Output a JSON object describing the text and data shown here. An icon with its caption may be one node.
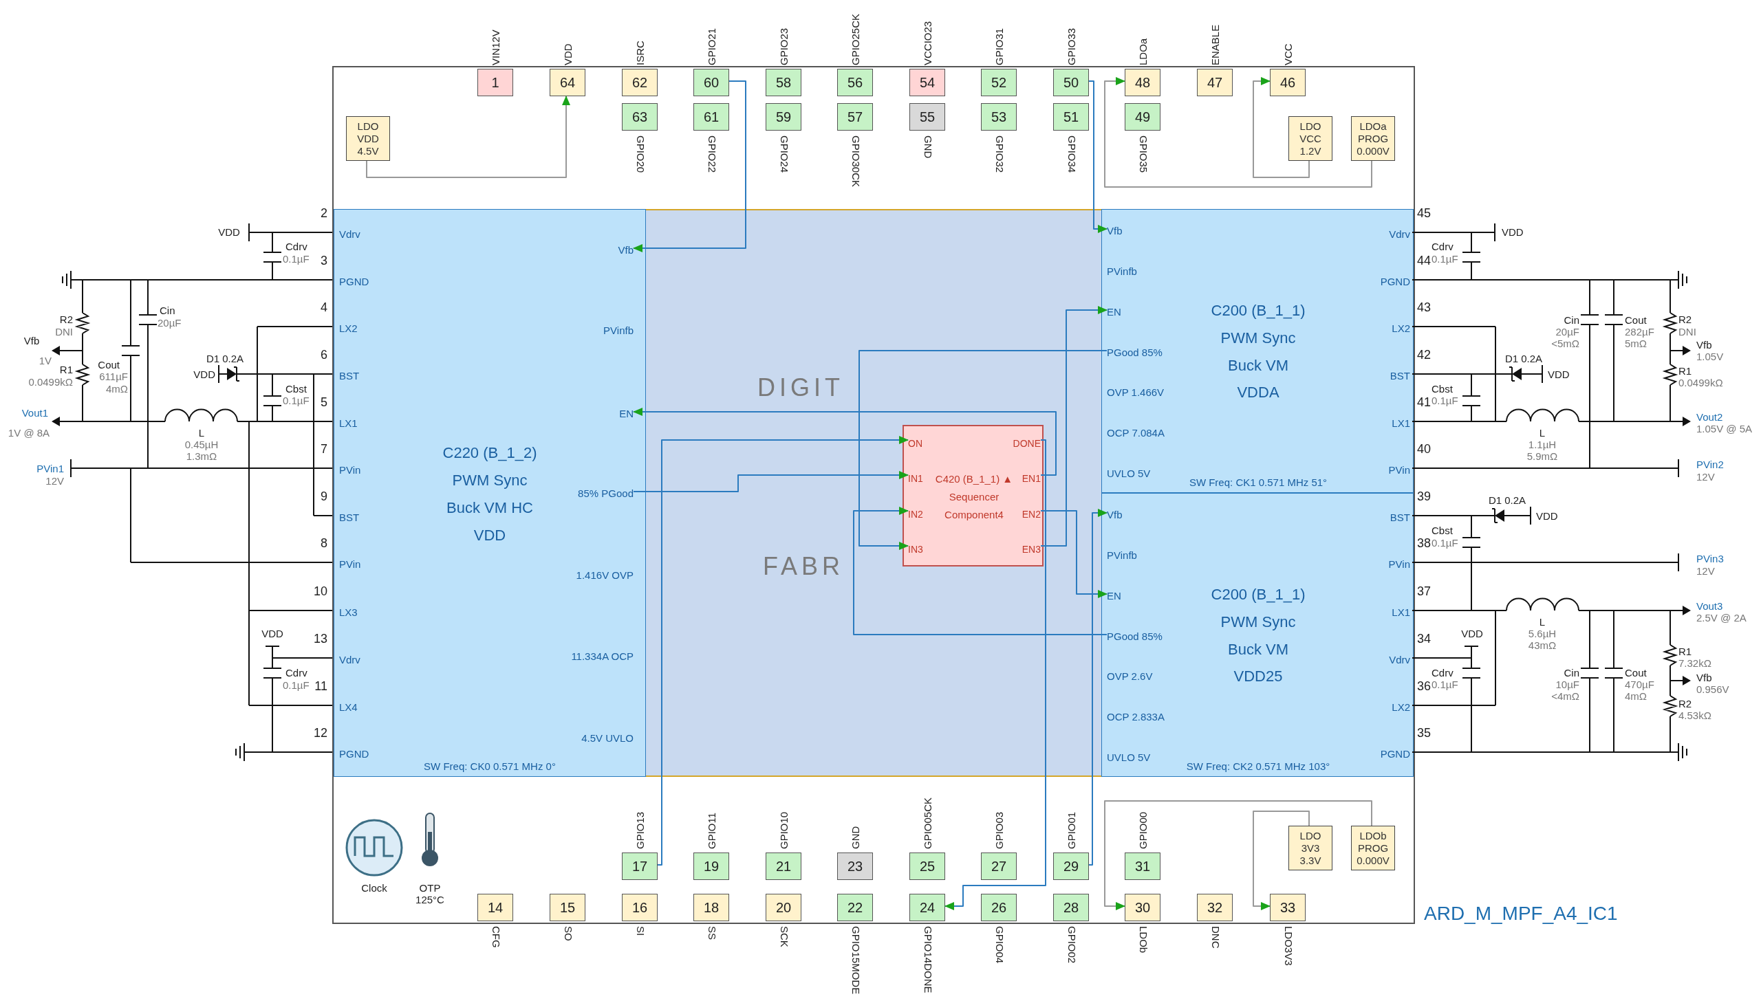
{
  "diagram": {
    "nodes": [
      {
        "text": [
          "ARD_M_MPF_A4_IC1"
        ]
      },
      {
        "text": [
          "1"
        ],
        "in": 0,
        "beside": [
          "VIN12V"
        ]
      },
      {
        "text": [
          "64"
        ],
        "in": 0,
        "beside": [
          "VDD"
        ]
      },
      {
        "text": [
          "62"
        ],
        "in": 0,
        "beside": [
          "ISRC"
        ]
      },
      {
        "text": [
          "63"
        ],
        "in": 0,
        "beside": [
          "GPIO20"
        ]
      },
      {
        "text": [
          "60"
        ],
        "in": 0,
        "beside": [
          "GPIO21"
        ]
      },
      {
        "text": [
          "61"
        ],
        "in": 0,
        "beside": [
          "GPIO22"
        ]
      },
      {
        "text": [
          "58"
        ],
        "in": 0,
        "beside": [
          "GPIO23"
        ]
      },
      {
        "text": [
          "59"
        ],
        "in": 0,
        "beside": [
          "GPIO24"
        ]
      },
      {
        "text": [
          "56"
        ],
        "in": 0,
        "beside": [
          "GPIO25CK"
        ]
      },
      {
        "text": [
          "57"
        ],
        "in": 0,
        "beside": [
          "GPIO30CK"
        ]
      },
      {
        "text": [
          "54"
        ],
        "in": 0,
        "beside": [
          "VCCIO23"
        ]
      },
      {
        "text": [
          "55"
        ],
        "in": 0,
        "beside": [
          "GND"
        ]
      },
      {
        "text": [
          "52"
        ],
        "in": 0,
        "beside": [
          "GPIO31"
        ]
      },
      {
        "text": [
          "53"
        ],
        "in": 0,
        "beside": [
          "GPIO32"
        ]
      },
      {
        "text": [
          "50"
        ],
        "in": 0,
        "beside": [
          "GPIO33"
        ]
      },
      {
        "text": [
          "51"
        ],
        "in": 0,
        "beside": [
          "GPIO34"
        ]
      },
      {
        "text": [
          "48"
        ],
        "in": 0,
        "beside": [
          "LDOa"
        ]
      },
      {
        "text": [
          "49"
        ],
        "in": 0,
        "beside": [
          "GPIO35"
        ]
      },
      {
        "text": [
          "47"
        ],
        "in": 0,
        "beside": [
          "ENABLE"
        ]
      },
      {
        "text": [
          "46"
        ],
        "in": 0,
        "beside": [
          "VCC"
        ]
      },
      {
        "text": [
          "LDO VDD 4.5V"
        ],
        "in": 0
      },
      {
        "text": [
          "LDO VCC 1.2V"
        ],
        "in": 0
      },
      {
        "text": [
          "LDOa PROG 0.000V"
        ],
        "in": 0
      },
      {
        "text": [
          "Vdrv",
          "PGND",
          "LX2",
          "BST",
          "LX1",
          "PVin",
          "BST",
          "PVin",
          "LX3",
          "Vdrv",
          "LX4",
          "PGND",
          "PVinfb",
          "1.416V OVP",
          "11.334A OCP",
          "4.5V UVLO",
          "C220 (B_1_2)",
          "PWM Sync",
          "Buck VM HC",
          "VDD",
          "SW Freq: CK0 0.571 MHz 0°"
        ],
        "in": 0
      },
      {
        "text": [
          "Vfb"
        ],
        "in": 24
      },
      {
        "text": [
          "EN"
        ],
        "in": 24
      },
      {
        "text": [
          "85% PGood"
        ],
        "in": 24
      },
      {
        "text": [
          "DIGIT",
          "FABR"
        ],
        "in": 0
      },
      {
        "text": [
          "C420 (B_1_1) ▲",
          "Sequencer",
          "Component4"
        ],
        "in": 28
      },
      {
        "text": [
          "ON"
        ],
        "in": 29
      },
      {
        "text": [
          "IN1"
        ],
        "in": 29
      },
      {
        "text": [
          "IN2"
        ],
        "in": 29
      },
      {
        "text": [
          "IN3"
        ],
        "in": 29
      },
      {
        "text": [
          "DONE"
        ],
        "in": 29
      },
      {
        "text": [
          "EN1"
        ],
        "in": 29
      },
      {
        "text": [
          "EN2"
        ],
        "in": 29
      },
      {
        "text": [
          "EN3"
        ],
        "in": 29
      },
      {
        "text": [
          "C200 (B_1_1)",
          "PWM Sync",
          "Buck VM",
          "VDDA",
          "PVinfb",
          "OVP 1.466V",
          "OCP 7.084A",
          "UVLO 5V",
          "Vdrv",
          "PGND",
          "LX2",
          "BST",
          "LX1",
          "PVin",
          "SW Freq: CK1 0.571 MHz 51°"
        ],
        "in": 0
      },
      {
        "text": [
          "Vfb"
        ],
        "in": 38
      },
      {
        "text": [
          "EN"
        ],
        "in": 38
      },
      {
        "text": [
          "PGood 85%"
        ],
        "in": 38
      },
      {
        "text": [
          "C200 (B_1_1)",
          "PWM Sync",
          "Buck VM",
          "VDD25",
          "PVinfb",
          "OVP 2.6V",
          "OCP 2.833A",
          "UVLO 5V",
          "BST",
          "PVin",
          "LX1",
          "Vdrv",
          "LX2",
          "PGND",
          "SW Freq: CK2 0.571 MHz 103°"
        ],
        "in": 0
      },
      {
        "text": [
          "Vfb"
        ],
        "in": 42
      },
      {
        "text": [
          "EN"
        ],
        "in": 42
      },
      {
        "text": [
          "PGood 85%"
        ],
        "in": 42
      },
      {
        "text": [
          "14"
        ],
        "in": 0,
        "beside": [
          "CFG"
        ]
      },
      {
        "text": [
          "15"
        ],
        "in": 0,
        "beside": [
          "SO"
        ]
      },
      {
        "text": [
          "17"
        ],
        "in": 0,
        "beside": [
          "GPIO13"
        ]
      },
      {
        "text": [
          "16"
        ],
        "in": 0,
        "beside": [
          "SI"
        ]
      },
      {
        "text": [
          "19"
        ],
        "in": 0,
        "beside": [
          "GPIO11"
        ]
      },
      {
        "text": [
          "18"
        ],
        "in": 0,
        "beside": [
          "SS"
        ]
      },
      {
        "text": [
          "21"
        ],
        "in": 0,
        "beside": [
          "GPIO10"
        ]
      },
      {
        "text": [
          "20"
        ],
        "in": 0,
        "beside": [
          "SCK"
        ]
      },
      {
        "text": [
          "23"
        ],
        "in": 0,
        "beside": [
          "GND"
        ]
      },
      {
        "text": [
          "22"
        ],
        "in": 0,
        "beside": [
          "GPIO15MODE"
        ]
      },
      {
        "text": [
          "25"
        ],
        "in": 0,
        "beside": [
          "GPIO05CK"
        ]
      },
      {
        "text": [
          "24"
        ],
        "in": 0,
        "beside": [
          "GPIO14DONE"
        ]
      },
      {
        "text": [
          "27"
        ],
        "in": 0,
        "beside": [
          "GPIO03"
        ]
      },
      {
        "text": [
          "26"
        ],
        "in": 0,
        "beside": [
          "GPIO04"
        ]
      },
      {
        "text": [
          "29"
        ],
        "in": 0,
        "beside": [
          "GPIO01"
        ]
      },
      {
        "text": [
          "28"
        ],
        "in": 0,
        "beside": [
          "GPIO02"
        ]
      },
      {
        "text": [
          "31"
        ],
        "in": 0,
        "beside": [
          "GPIO00"
        ]
      },
      {
        "text": [
          "30"
        ],
        "in": 0,
        "beside": [
          "LDOb"
        ]
      },
      {
        "text": [
          "32"
        ],
        "in": 0,
        "beside": [
          "DNC"
        ]
      },
      {
        "text": [
          "33"
        ],
        "in": 0,
        "beside": [
          "LDO3V3"
        ]
      },
      {
        "text": [
          "LDO 3V3 3.3V"
        ],
        "in": 0
      },
      {
        "text": [
          "LDOb PROG 0.000V"
        ],
        "in": 0
      }
    ],
    "edges": [
      {
        "from": 5,
        "to": 25,
        "arrow": "to"
      },
      {
        "from": 15,
        "to": 39,
        "arrow": "to"
      },
      {
        "from": 27,
        "to": 31,
        "arrow": "to"
      },
      {
        "from": 41,
        "to": 33,
        "arrow": "to"
      },
      {
        "from": 45,
        "to": 32,
        "arrow": "to"
      },
      {
        "from": 48,
        "to": 30,
        "arrow": "to"
      },
      {
        "from": 34,
        "to": 57,
        "arrow": "to"
      },
      {
        "from": 35,
        "to": 26,
        "arrow": "to"
      },
      {
        "from": 36,
        "to": 44,
        "arrow": "to"
      },
      {
        "from": 37,
        "to": 40,
        "arrow": "to"
      },
      {
        "from": 60,
        "to": 43,
        "arrow": "to"
      },
      {
        "from": 21,
        "to": 2,
        "arrow": "to",
        "color": "#999999"
      },
      {
        "from": 22,
        "to": 20,
        "arrow": "to",
        "color": "#999999"
      },
      {
        "from": 23,
        "to": 17,
        "arrow": "to",
        "color": "#999999"
      },
      {
        "from": 66,
        "to": 65,
        "arrow": "to",
        "color": "#999999"
      },
      {
        "from": 67,
        "to": 63,
        "arrow": "to",
        "color": "#999999"
      }
    ],
    "labels": [
      "2",
      "3",
      "4",
      "6",
      "5",
      "7",
      "9",
      "8",
      "10",
      "13",
      "11",
      "12",
      "VDD",
      "Cdrv",
      "0.1µF",
      "Cin",
      "20µF",
      "R2",
      "DNI",
      "Vfb",
      "1V",
      "Cout",
      "611µF",
      "4mΩ",
      "R1",
      "0.0499kΩ",
      "D1 0.2A",
      "VDD",
      "Cbst",
      "0.1µF",
      "Vout1",
      "1V @ 8A",
      "L",
      "0.45µH",
      "1.3mΩ",
      "PVin1",
      "12V",
      "VDD",
      "Cdrv",
      "0.1µF",
      "45",
      "44",
      "43",
      "42",
      "41",
      "40",
      "39",
      "38",
      "37",
      "34",
      "36",
      "35",
      "VDD",
      "Cdrv",
      "0.1µF",
      "Cin",
      "20µF",
      "<5mΩ",
      "Cout",
      "282µF",
      "5mΩ",
      "R2",
      "DNI",
      "Vfb",
      "1.05V",
      "R1",
      "0.0499kΩ",
      "D1 0.2A",
      "VDD",
      "Cbst",
      "0.1µF",
      "L",
      "1.1µH",
      "5.9mΩ",
      "Vout2",
      "1.05V @ 5A",
      "PVin2",
      "12V",
      "D1 0.2A",
      "VDD",
      "Cbst",
      "0.1µF",
      "PVin3",
      "12V",
      "Vout3",
      "2.5V @ 2A",
      "L",
      "5.6µH",
      "43mΩ",
      "VDD",
      "Cdrv",
      "0.1µF",
      "Cin",
      "10µF",
      "<4mΩ",
      "Cout",
      "470µF",
      "4mΩ",
      "R1",
      "7.32kΩ",
      "Vfb",
      "0.956V",
      "R2",
      "4.53kΩ",
      "Clock",
      "OTP",
      "125°C"
    ]
  }
}
